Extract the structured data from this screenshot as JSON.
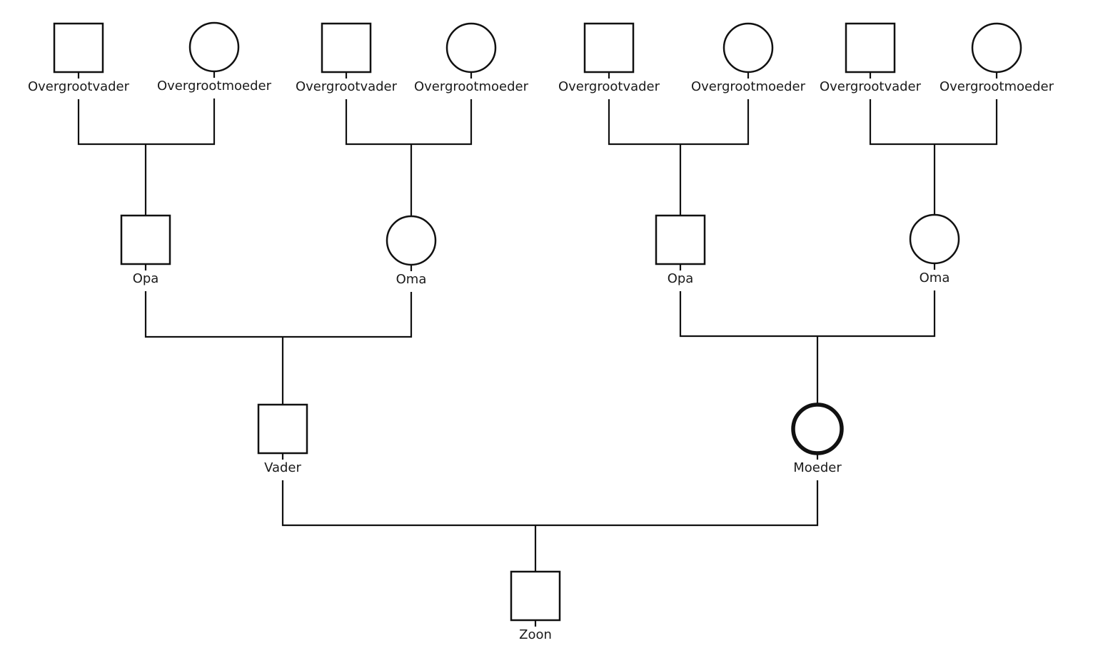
{
  "diagram": {
    "type": "pedigree",
    "people": [
      {
        "id": "ggf1",
        "label": "Overgrootvader",
        "sex": "male",
        "generation": 1,
        "proband": false
      },
      {
        "id": "ggm1",
        "label": "Overgrootmoeder",
        "sex": "female",
        "generation": 1,
        "proband": false
      },
      {
        "id": "ggf2",
        "label": "Overgrootvader",
        "sex": "male",
        "generation": 1,
        "proband": false
      },
      {
        "id": "ggm2",
        "label": "Overgrootmoeder",
        "sex": "female",
        "generation": 1,
        "proband": false
      },
      {
        "id": "ggf3",
        "label": "Overgrootvader",
        "sex": "male",
        "generation": 1,
        "proband": false
      },
      {
        "id": "ggm3",
        "label": "Overgrootmoeder",
        "sex": "female",
        "generation": 1,
        "proband": false
      },
      {
        "id": "ggf4",
        "label": "Overgrootvader",
        "sex": "male",
        "generation": 1,
        "proband": false
      },
      {
        "id": "ggm4",
        "label": "Overgrootmoeder",
        "sex": "female",
        "generation": 1,
        "proband": false
      },
      {
        "id": "gf1",
        "label": "Opa",
        "sex": "male",
        "generation": 2,
        "proband": false
      },
      {
        "id": "gm1",
        "label": "Oma",
        "sex": "female",
        "generation": 2,
        "proband": false
      },
      {
        "id": "gf2",
        "label": "Opa",
        "sex": "male",
        "generation": 2,
        "proband": false
      },
      {
        "id": "gm2",
        "label": "Oma",
        "sex": "female",
        "generation": 2,
        "proband": false
      },
      {
        "id": "father",
        "label": "Vader",
        "sex": "male",
        "generation": 3,
        "proband": false
      },
      {
        "id": "mother",
        "label": "Moeder",
        "sex": "female",
        "generation": 3,
        "proband": true
      },
      {
        "id": "son",
        "label": "Zoon",
        "sex": "male",
        "generation": 4,
        "proband": false
      }
    ],
    "couples": [
      {
        "partners": [
          "ggf1",
          "ggm1"
        ],
        "child": "gf1"
      },
      {
        "partners": [
          "ggf2",
          "ggm2"
        ],
        "child": "gm1"
      },
      {
        "partners": [
          "ggf3",
          "ggm3"
        ],
        "child": "gf2"
      },
      {
        "partners": [
          "ggf4",
          "ggm4"
        ],
        "child": "gm2"
      },
      {
        "partners": [
          "gf1",
          "gm1"
        ],
        "child": "father"
      },
      {
        "partners": [
          "gf2",
          "gm2"
        ],
        "child": "mother"
      },
      {
        "partners": [
          "father",
          "mother"
        ],
        "child": "son"
      }
    ]
  }
}
